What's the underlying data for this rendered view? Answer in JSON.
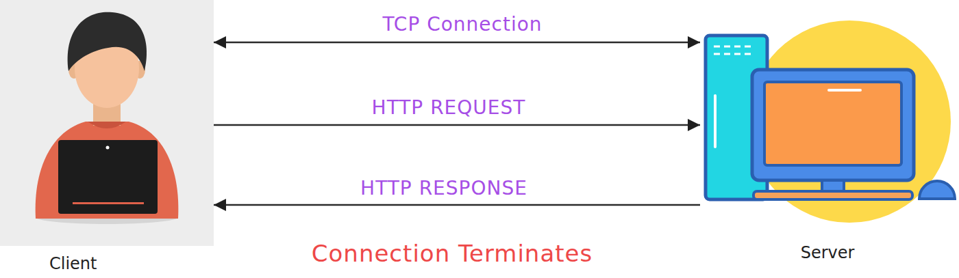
{
  "diagram": {
    "nodes": [
      {
        "text": [
          "Client"
        ]
      },
      {
        "text": [
          "Server"
        ]
      }
    ],
    "edges": [
      {
        "from": 0,
        "to": 1,
        "label": "TCP Connection",
        "arrow": "both"
      },
      {
        "from": 0,
        "to": 1,
        "label": "HTTP REQUEST",
        "arrow": "to"
      },
      {
        "from": 1,
        "to": 0,
        "label": "HTTP RESPONSE",
        "arrow": "to"
      }
    ],
    "labels": [
      "Connection Terminates"
    ]
  }
}
